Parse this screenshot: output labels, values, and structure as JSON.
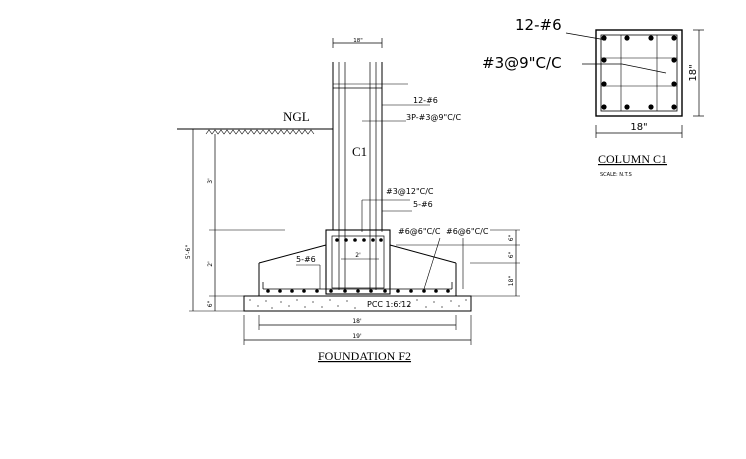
{
  "column_section": {
    "bar_note": "12-#6",
    "tie_note": "#3@9\"C/C",
    "width_dim": "18\"",
    "height_dim": "18\"",
    "title": "COLUMN C1",
    "scale": "SCALE:    N.T.S"
  },
  "foundation": {
    "column_width_dim": "18\"",
    "ngl": "NGL",
    "column_tag": "C1",
    "main_bars": "12-#6",
    "ties": "3P-#3@9\"C/C",
    "pedestal_ties": "#3@12\"C/C",
    "pedestal_bars": "5-#6",
    "bottom_bars_left": "5-#6",
    "pedestal_width": "2'",
    "mesh_a": "#6@6\"C/C",
    "mesh_b": "#6@6\"C/C",
    "depth_upper": "3'",
    "depth_lower": "2'",
    "depth_pcc": "6\"",
    "total_depth": "5'-6\"",
    "right_dim_top": "6\"",
    "right_dim_mid": "6\"",
    "right_dim_bottom": "18\"",
    "pcc": "PCC 1:6:12",
    "footing_width": "18'",
    "pcc_width": "19'",
    "title": "FOUNDATION F2"
  }
}
